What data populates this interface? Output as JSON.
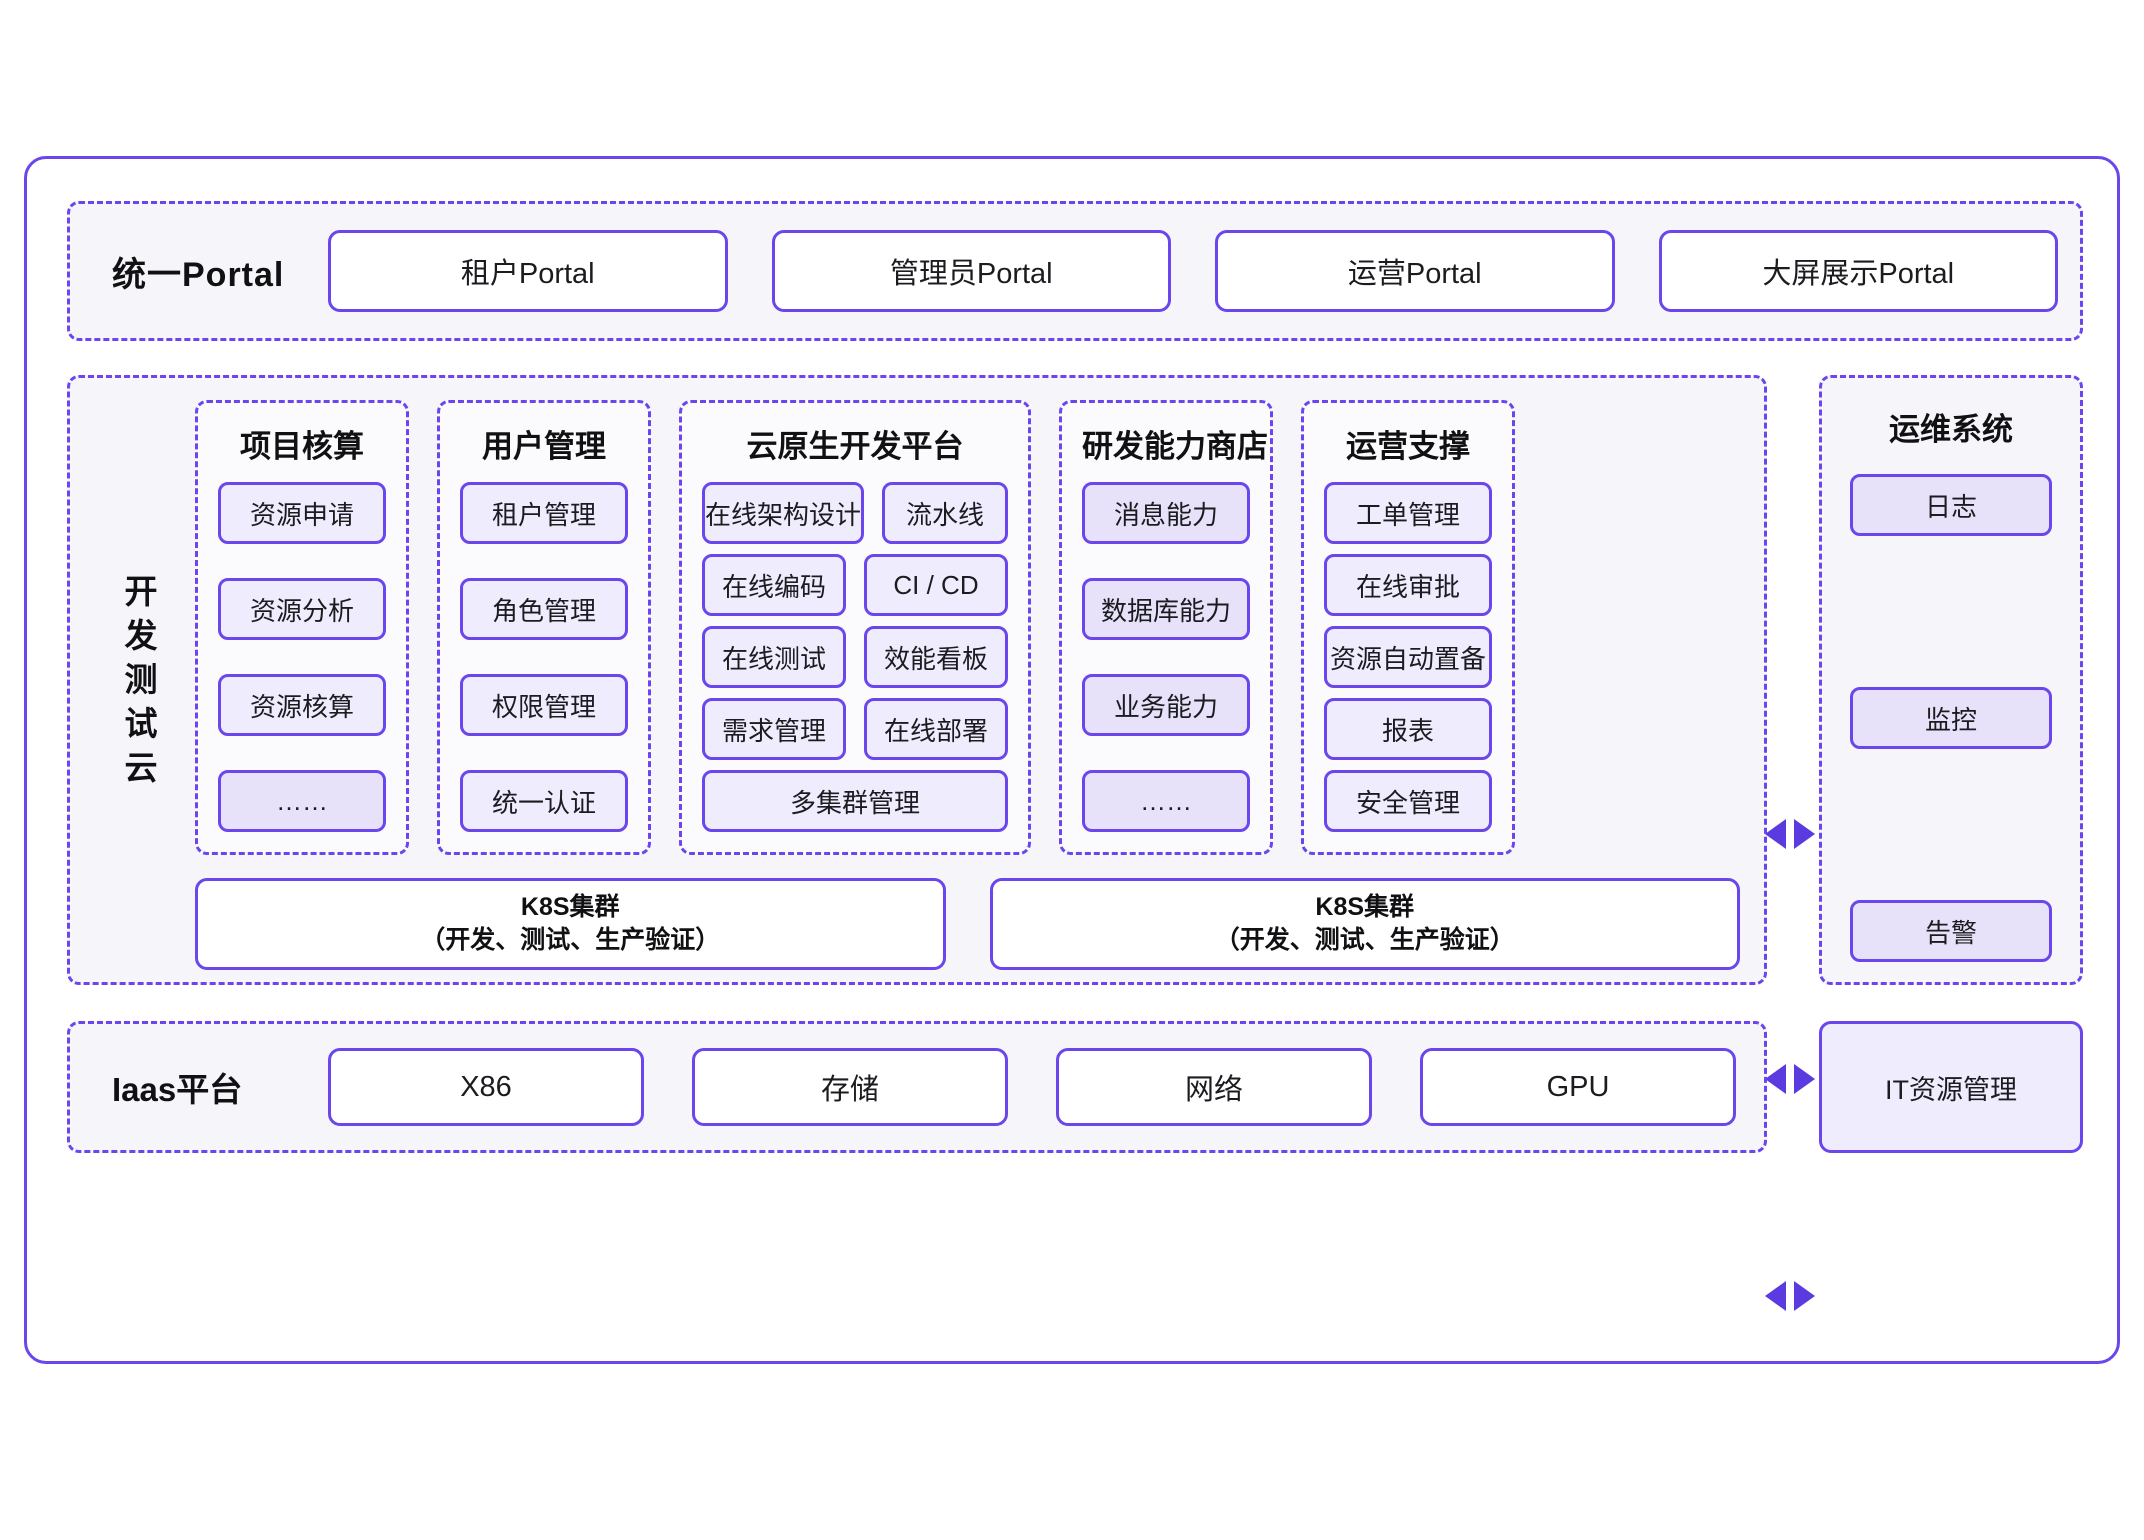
{
  "portal": {
    "label": "统一Portal",
    "items": [
      {
        "label": "租户Portal"
      },
      {
        "label": "管理员Portal"
      },
      {
        "label": "运营Portal"
      },
      {
        "label": "大屏展示Portal"
      }
    ]
  },
  "devtest": {
    "vertical_label": "开发测试云",
    "vertical_chars": [
      "开",
      "发",
      "测",
      "试",
      "云"
    ],
    "groups": [
      {
        "title": "项目核算",
        "items": [
          "资源申请",
          "资源分析",
          "资源核算",
          "……"
        ]
      },
      {
        "title": "用户管理",
        "items": [
          "租户管理",
          "角色管理",
          "权限管理",
          "统一认证"
        ]
      },
      {
        "title": "云原生开发平台",
        "rows": [
          [
            "在线架构设计",
            "流水线"
          ],
          [
            "在线编码",
            "CI / CD"
          ],
          [
            "在线测试",
            "效能看板"
          ],
          [
            "需求管理",
            "在线部署"
          ]
        ],
        "wide_item": "多集群管理"
      },
      {
        "title": "研发能力商店",
        "items": [
          "消息能力",
          "数据库能力",
          "业务能力",
          "……"
        ]
      },
      {
        "title": "运营支撑",
        "items": [
          "工单管理",
          "在线审批",
          "资源自动置备",
          "报表",
          "安全管理"
        ]
      }
    ],
    "k8s": [
      {
        "line1": "K8S集群",
        "line2": "（开发、测试、生产验证）"
      },
      {
        "line1": "K8S集群",
        "line2": "（开发、测试、生产验证）"
      }
    ]
  },
  "ops": {
    "title": "运维系统",
    "items": [
      "日志",
      "监控",
      "告警"
    ]
  },
  "iaas": {
    "label": "Iaas平台",
    "items": [
      "X86",
      "存储",
      "网络",
      "GPU"
    ],
    "it_resource": "IT资源管理"
  },
  "colors": {
    "accent": "#6a46ec",
    "arrow": "#5b3ae0",
    "chip_fill": "#efecfd",
    "chip_fill_deep": "#e7e2fa",
    "panel_fill": "#f6f6fa",
    "text": "#1c1c20"
  }
}
